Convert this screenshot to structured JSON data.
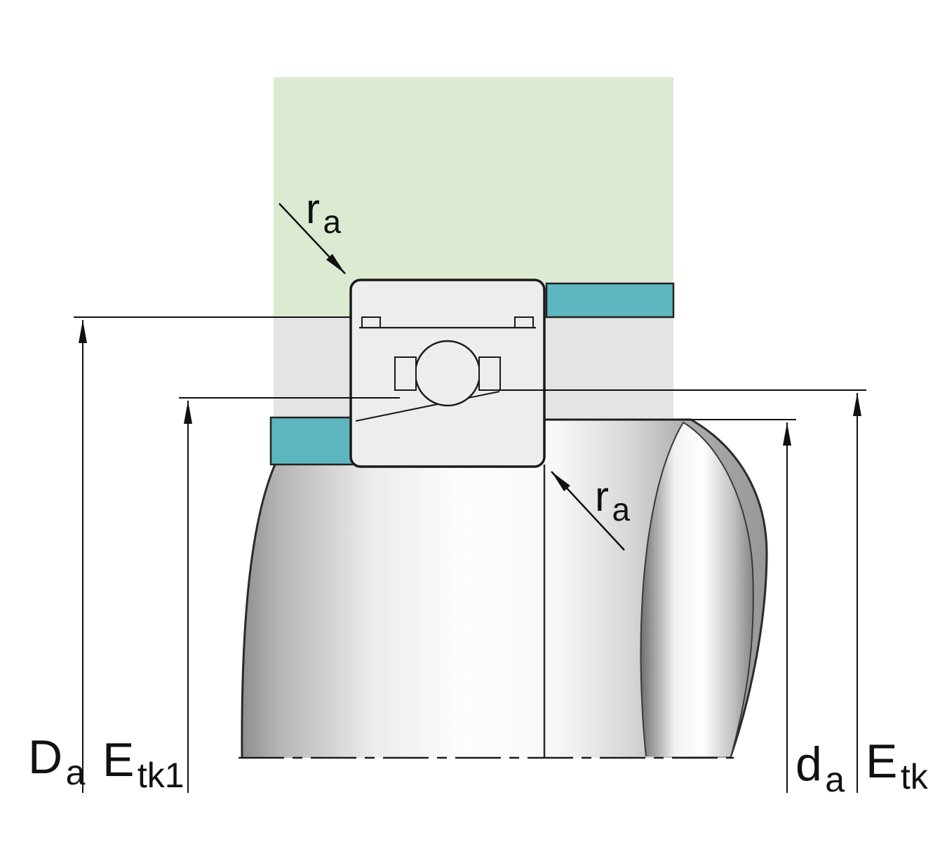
{
  "diagram": {
    "description": "Bearing mounting cross-section drawing with abutment and fillet dimensions",
    "labels": {
      "Da": {
        "main": "D",
        "sub": "a"
      },
      "Etk1": {
        "main": "E",
        "sub": "tk1"
      },
      "da": {
        "main": "d",
        "sub": "a"
      },
      "Etk": {
        "main": "E",
        "sub": "tk"
      },
      "ra_top": {
        "main": "r",
        "sub": "a"
      },
      "ra_bottom": {
        "main": "r",
        "sub": "a"
      }
    },
    "colors": {
      "housing_fill": "#dcead2",
      "bore_band_fill": "#e4e4e4",
      "spacer_fill": "#5db6c0",
      "bearing_fill": "#ededed",
      "line": "#1a1a1a"
    }
  }
}
